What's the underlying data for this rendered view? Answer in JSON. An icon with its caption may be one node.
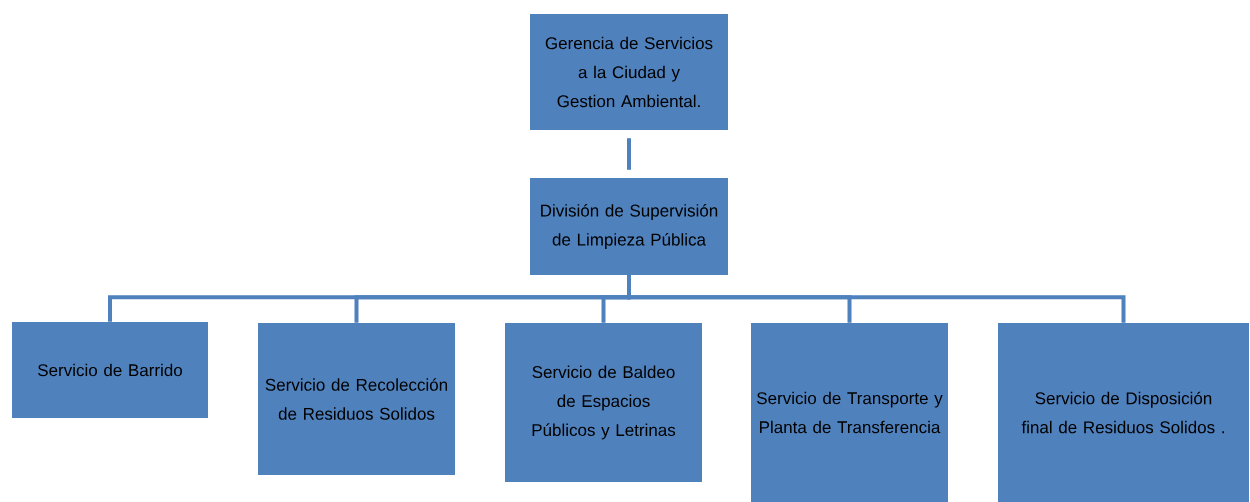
{
  "diagram": {
    "nodes": [
      {
        "text": [
          "Gerencia de Servicios a la Ciudad y Gestion Ambiental."
        ]
      },
      {
        "text": [
          "División de Supervisión de Limpieza Pública"
        ]
      },
      {
        "text": [
          "Servicio de Barrido"
        ]
      },
      {
        "text": [
          "Servicio de Recolección de Residuos Solidos"
        ]
      },
      {
        "text": [
          "Servicio de Baldeo de Espacios Públicos y Letrinas"
        ]
      },
      {
        "text": [
          "Servicio de Transporte y Planta de Transferencia"
        ]
      },
      {
        "text": [
          "Servicio de Disposición final de Residuos Solidos ."
        ]
      }
    ],
    "edges": [
      {
        "from": 0,
        "to": 1,
        "arrow": "none"
      },
      {
        "from": 1,
        "to": 2,
        "arrow": "none"
      },
      {
        "from": 1,
        "to": 3,
        "arrow": "none"
      },
      {
        "from": 1,
        "to": 4,
        "arrow": "none"
      },
      {
        "from": 1,
        "to": 5,
        "arrow": "none"
      },
      {
        "from": 1,
        "to": 6,
        "arrow": "none"
      }
    ]
  }
}
